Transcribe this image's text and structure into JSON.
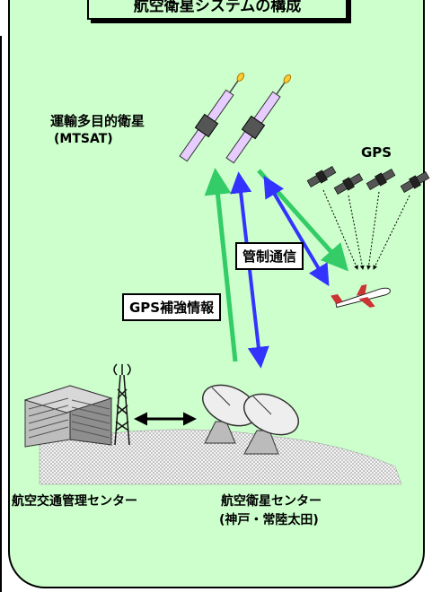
{
  "title": "航空衛星システムの構成",
  "labels": {
    "satellite_name": "運輸多目的衛星",
    "satellite_abbr": "(MTSAT)",
    "gps": "GPS",
    "atc_comm": "管制通信",
    "gps_aug": "GPS補強情報",
    "atm_center": "航空交通管理センター",
    "sat_center": "航空衛星センター",
    "sat_center_loc": "(神戸・常陸太田)"
  },
  "colors": {
    "background_panel": "#ccffcc",
    "uplink_arrow": "#33cc66",
    "downlink_arrow": "#3333ff",
    "ground": "#d9d9d9"
  }
}
